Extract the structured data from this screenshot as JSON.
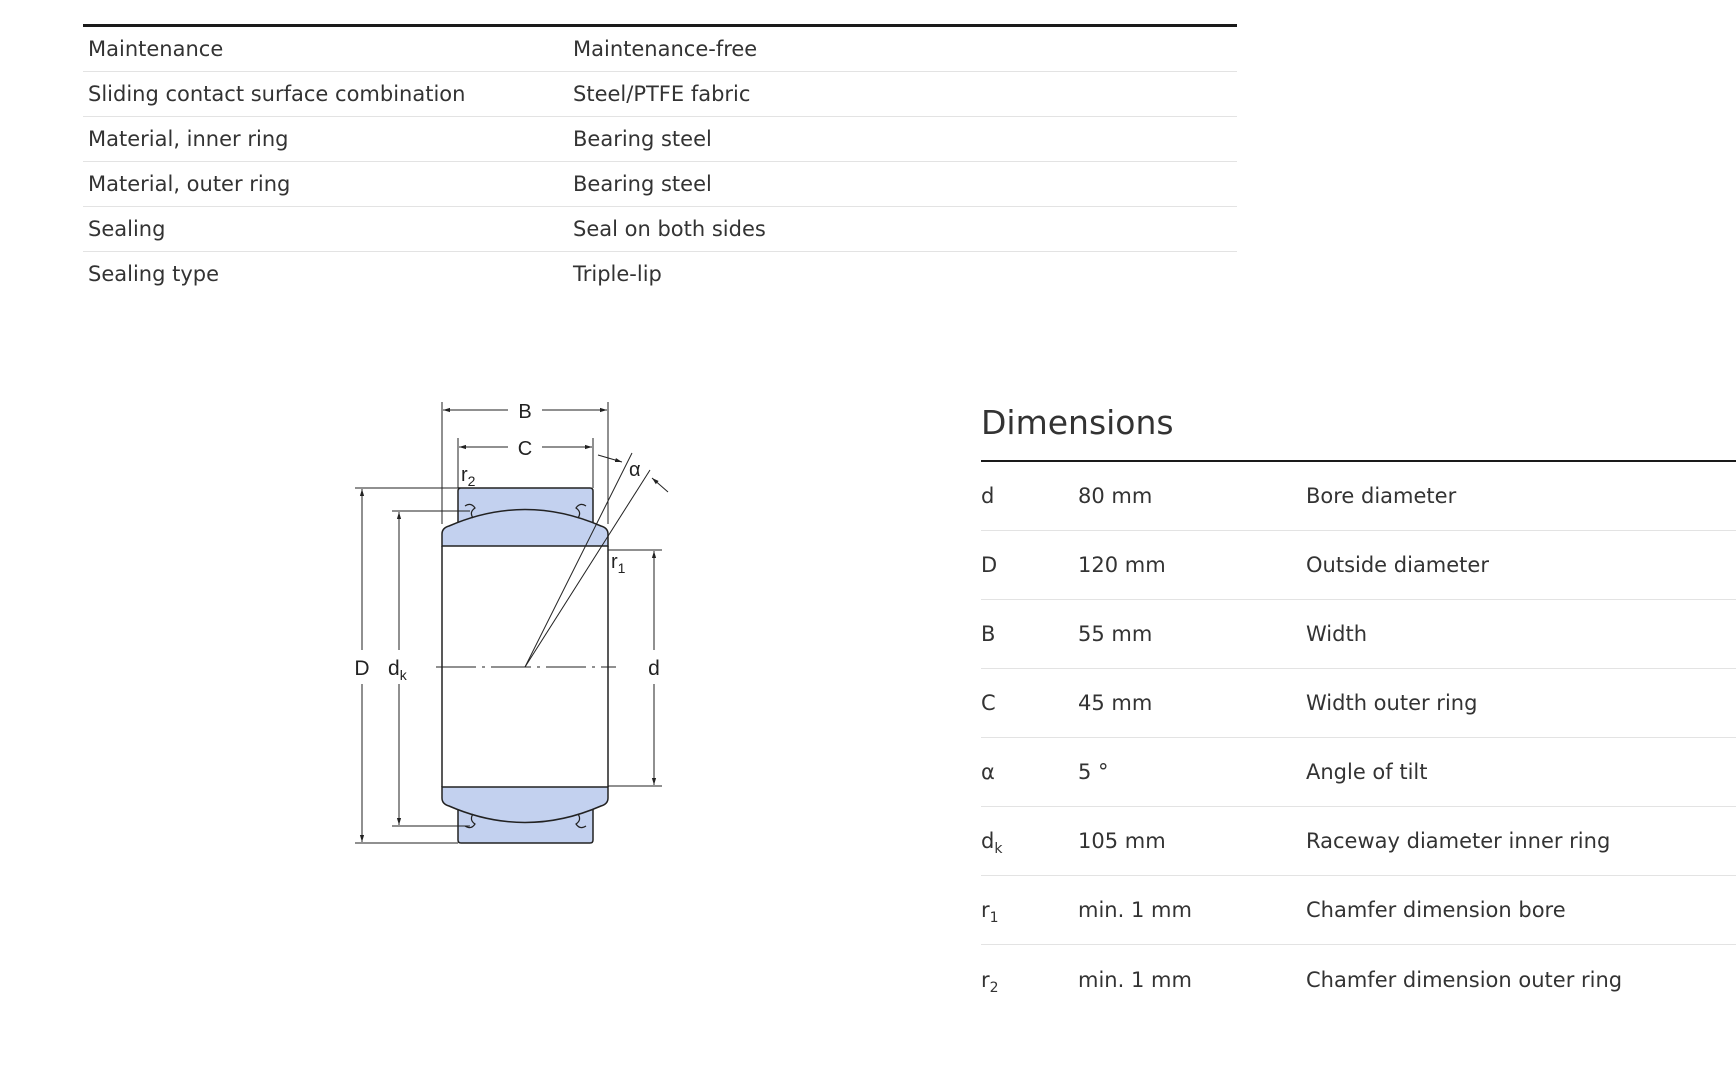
{
  "properties": [
    {
      "label": "Maintenance",
      "value": "Maintenance-free"
    },
    {
      "label": "Sliding contact surface combination",
      "value": "Steel/PTFE fabric"
    },
    {
      "label": "Material, inner ring",
      "value": "Bearing steel"
    },
    {
      "label": "Material, outer ring",
      "value": "Bearing steel"
    },
    {
      "label": "Sealing",
      "value": "Seal on both sides"
    },
    {
      "label": "Sealing type",
      "value": "Triple-lip"
    }
  ],
  "drawing": {
    "label_B": "B",
    "label_C": "C",
    "label_alpha": "α",
    "label_r": "r",
    "sub_r2": "2",
    "sub_r1": "1",
    "label_D": "D",
    "label_dk": "d",
    "sub_k": "k",
    "label_d": "d",
    "colors": {
      "fill": "#c3d1ef",
      "stroke": "#222222"
    }
  },
  "dimensions": {
    "title": "Dimensions",
    "rows": [
      {
        "symbol": "d",
        "sub": "",
        "value": "80 mm",
        "description": "Bore diameter"
      },
      {
        "symbol": "D",
        "sub": "",
        "value": "120 mm",
        "description": "Outside diameter"
      },
      {
        "symbol": "B",
        "sub": "",
        "value": "55 mm",
        "description": "Width"
      },
      {
        "symbol": "C",
        "sub": "",
        "value": "45 mm",
        "description": "Width outer ring"
      },
      {
        "symbol": "α",
        "sub": "",
        "value": "5 °",
        "description": "Angle of tilt"
      },
      {
        "symbol": "d",
        "sub": "k",
        "value": "105 mm",
        "description": "Raceway diameter inner ring"
      },
      {
        "symbol": "r",
        "sub": "1",
        "value": "min. 1 mm",
        "description": "Chamfer dimension bore"
      },
      {
        "symbol": "r",
        "sub": "2",
        "value": "min. 1 mm",
        "description": "Chamfer dimension outer ring"
      }
    ]
  }
}
